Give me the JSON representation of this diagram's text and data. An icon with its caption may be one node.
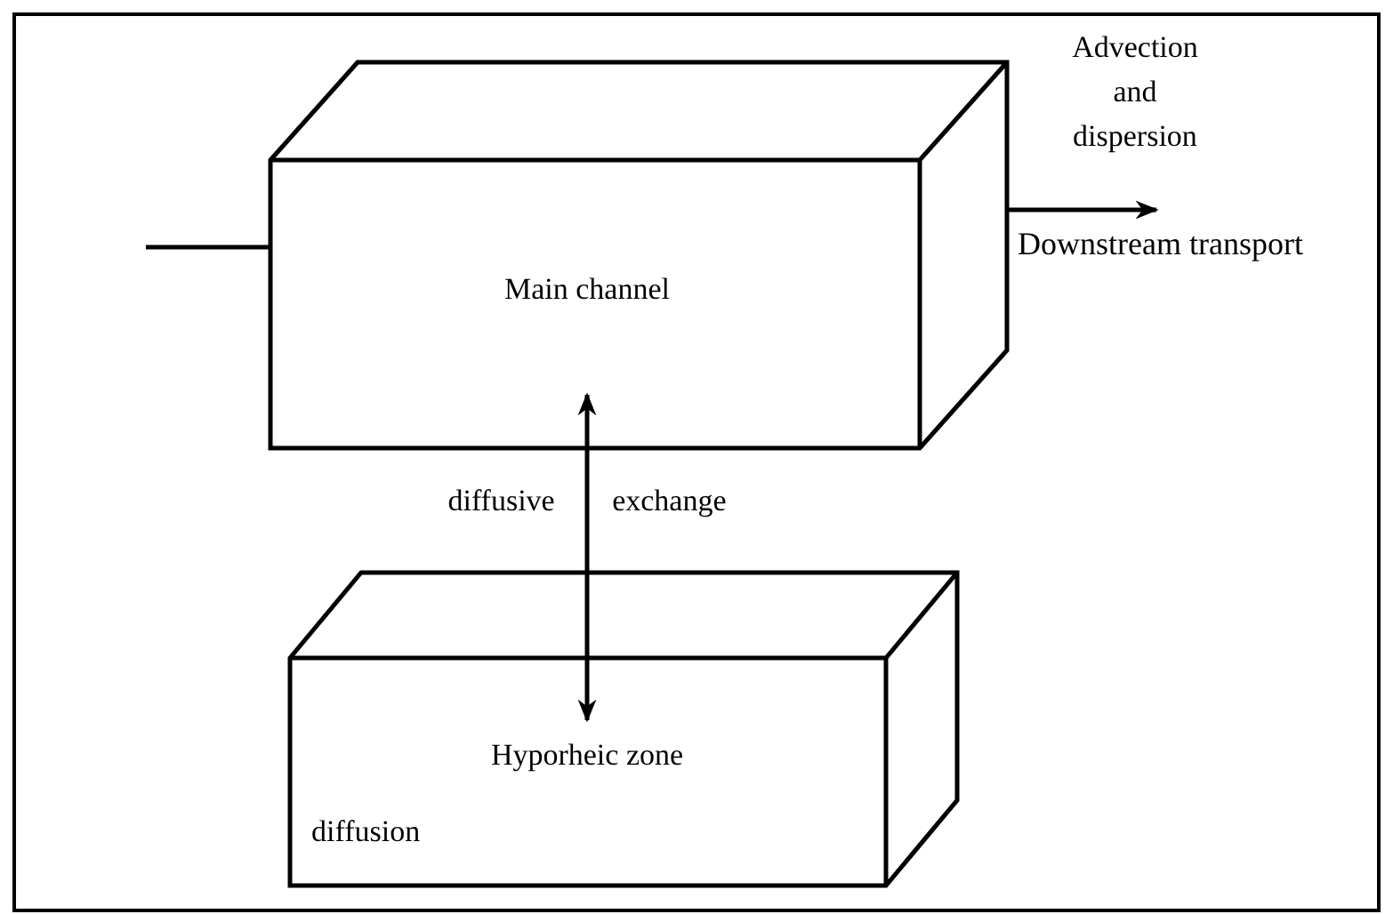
{
  "diagram": {
    "nodes": [
      {
        "text": [
          "Main channel"
        ]
      },
      {
        "text": [
          "Hyporheic zone",
          "diffusion"
        ]
      },
      {
        "text": [
          "Downstream transport"
        ]
      }
    ],
    "edges": [
      {
        "from": null,
        "to": 0,
        "arrow": "none"
      },
      {
        "from": 0,
        "to": 2,
        "arrow": "to",
        "label": "Advection and dispersion"
      },
      {
        "from": 0,
        "to": 1,
        "arrow": "both",
        "label": "diffusive exchange"
      }
    ]
  }
}
